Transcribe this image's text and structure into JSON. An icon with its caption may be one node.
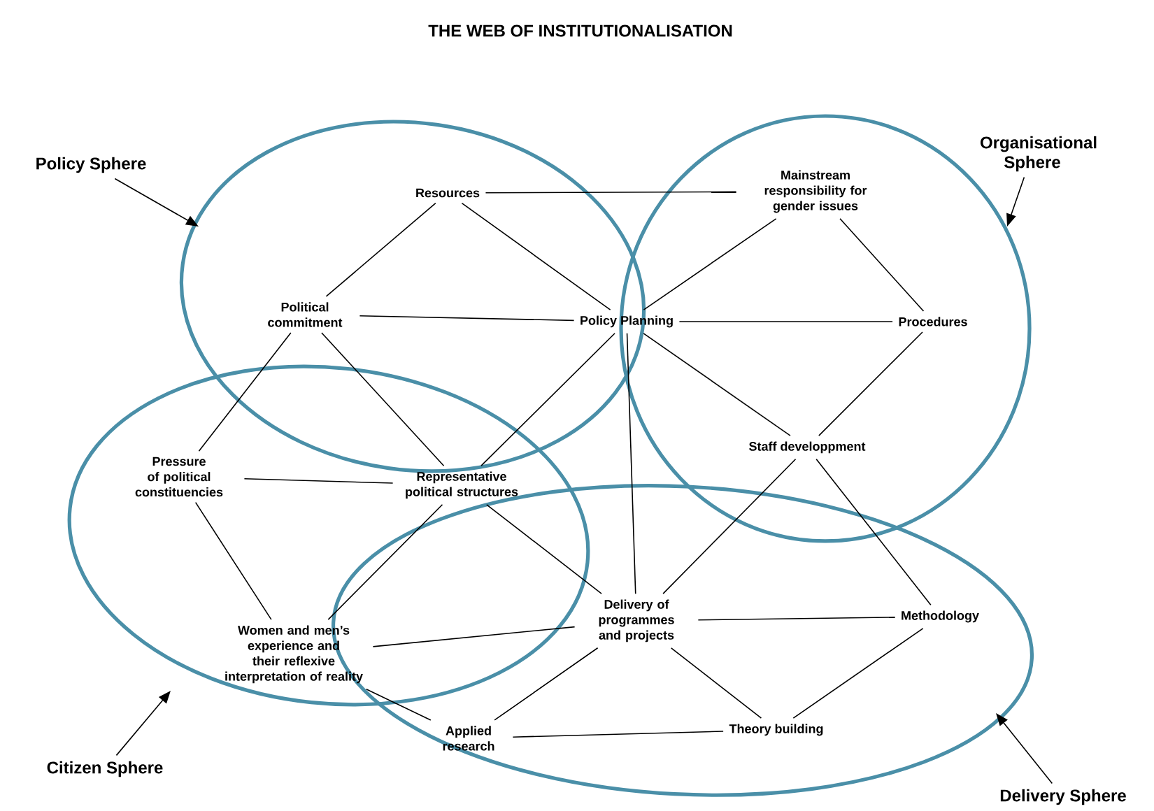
{
  "diagram": {
    "title": "THE WEB OF INSTITUTIONALISATION",
    "nodes": [
      {
        "text": [
          "Policy Sphere"
        ]
      },
      {
        "text": [
          "Organisational Sphere"
        ]
      },
      {
        "text": [
          "Citizen Sphere"
        ]
      },
      {
        "text": [
          "Delivery Sphere"
        ]
      },
      {
        "text": [
          "Resources"
        ]
      },
      {
        "text": [
          "Mainstream responsibility for gender issues"
        ]
      },
      {
        "text": [
          "Political commitment"
        ]
      },
      {
        "text": [
          "Policy Planning"
        ]
      },
      {
        "text": [
          "Procedures"
        ]
      },
      {
        "text": [
          "Pressure of political constituencies"
        ]
      },
      {
        "text": [
          "Representative political structures"
        ]
      },
      {
        "text": [
          "Staff developpment"
        ]
      },
      {
        "text": [
          "Women and men’s experience and their reflexive interpretation of reality"
        ]
      },
      {
        "text": [
          "Delivery of programmes and projects"
        ]
      },
      {
        "text": [
          "Methodology"
        ]
      },
      {
        "text": [
          "Applied research"
        ]
      },
      {
        "text": [
          "Theory building"
        ]
      }
    ],
    "edges": [
      {
        "from": 0,
        "to": null,
        "arrow": "to"
      },
      {
        "from": 1,
        "to": null,
        "arrow": "to"
      },
      {
        "from": 2,
        "to": null,
        "arrow": "to"
      },
      {
        "from": 3,
        "to": null,
        "arrow": "to"
      },
      {
        "from": 4,
        "to": 5,
        "arrow": "none"
      },
      {
        "from": 4,
        "to": 6,
        "arrow": "none"
      },
      {
        "from": 4,
        "to": 7,
        "arrow": "none"
      },
      {
        "from": 5,
        "to": 7,
        "arrow": "none"
      },
      {
        "from": 5,
        "to": 8,
        "arrow": "none"
      },
      {
        "from": 6,
        "to": 7,
        "arrow": "none"
      },
      {
        "from": 7,
        "to": 8,
        "arrow": "none"
      },
      {
        "from": 6,
        "to": 9,
        "arrow": "none"
      },
      {
        "from": 6,
        "to": 10,
        "arrow": "none"
      },
      {
        "from": 7,
        "to": 10,
        "arrow": "none"
      },
      {
        "from": 7,
        "to": 11,
        "arrow": "none"
      },
      {
        "from": 8,
        "to": 11,
        "arrow": "none"
      },
      {
        "from": 7,
        "to": 13,
        "arrow": "none"
      },
      {
        "from": 9,
        "to": 10,
        "arrow": "none"
      },
      {
        "from": 9,
        "to": 12,
        "arrow": "none"
      },
      {
        "from": 10,
        "to": 12,
        "arrow": "none"
      },
      {
        "from": 10,
        "to": 13,
        "arrow": "none"
      },
      {
        "from": 12,
        "to": 13,
        "arrow": "none"
      },
      {
        "from": 12,
        "to": 15,
        "arrow": "none"
      },
      {
        "from": 13,
        "to": 15,
        "arrow": "none"
      },
      {
        "from": 11,
        "to": 13,
        "arrow": "none"
      },
      {
        "from": 11,
        "to": 14,
        "arrow": "none"
      },
      {
        "from": 13,
        "to": 14,
        "arrow": "none"
      },
      {
        "from": 13,
        "to": 16,
        "arrow": "none"
      },
      {
        "from": 14,
        "to": 16,
        "arrow": "none"
      },
      {
        "from": 15,
        "to": 16,
        "arrow": "none"
      }
    ]
  }
}
